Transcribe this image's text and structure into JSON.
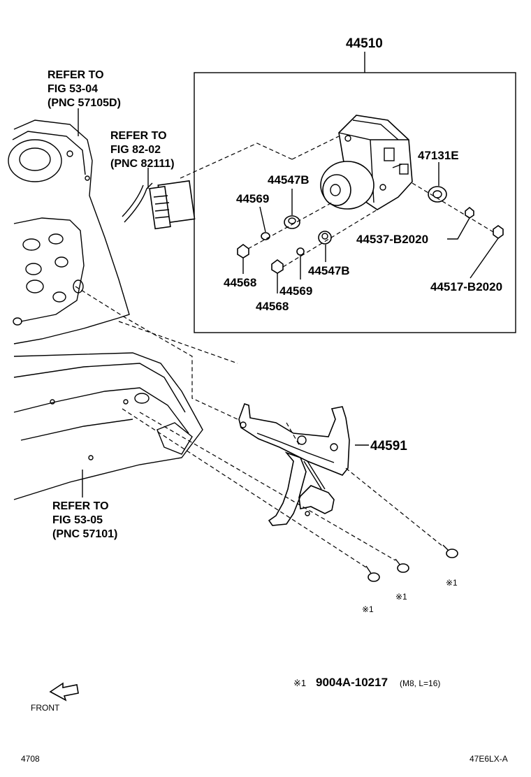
{
  "labels": {
    "assembly": "44510",
    "bracket": "44591",
    "p47131E": "47131E",
    "p44547B_upper": "44547B",
    "p44547B_lower": "44547B",
    "p44569_upper": "44569",
    "p44569_lower": "44569",
    "p44568_left": "44568",
    "p44568_lower": "44568",
    "p44537": "44537-B2020",
    "p44517": "44517-B2020",
    "bolt_mark_1": "※1",
    "bolt_mark_2": "※1",
    "bolt_mark_3": "※1"
  },
  "refs": {
    "ref1": {
      "line1": "REFER TO",
      "line2": "FIG 53-04",
      "line3": "(PNC 57105D)"
    },
    "ref2": {
      "line1": "REFER TO",
      "line2": "FIG 82-02",
      "line3": "(PNC 82111)"
    },
    "ref3": {
      "line1": "REFER TO",
      "line2": "FIG 53-05",
      "line3": "(PNC 57101)"
    }
  },
  "footnote": {
    "mark": "※1",
    "part": "9004A-10217",
    "spec": "(M8, L=16)"
  },
  "front_label": "FRONT",
  "footer": {
    "left": "4708",
    "right": "47E6LX-A"
  }
}
